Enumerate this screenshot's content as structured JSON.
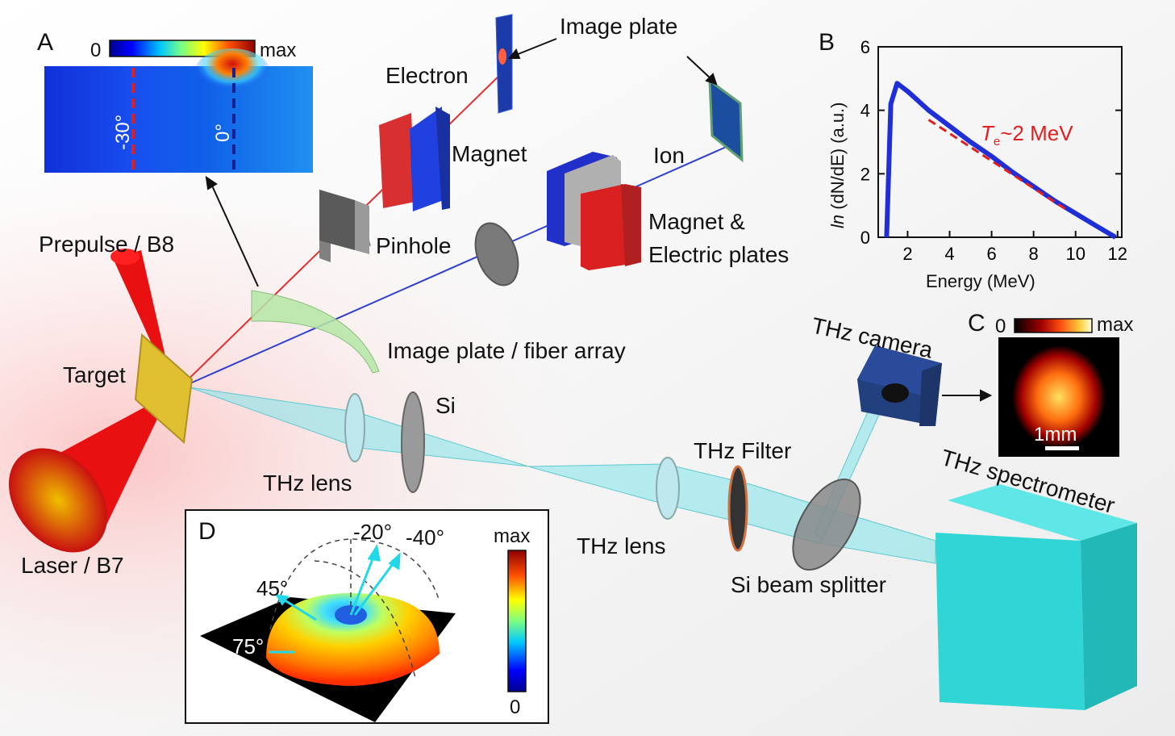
{
  "panels": {
    "a": {
      "letter": "A",
      "scale_min": "0",
      "scale_max": "max",
      "angle_left": "-30°",
      "angle_right": "0°"
    },
    "b": {
      "letter": "B",
      "ylabel_italic": "ln",
      "ylabel_rest": " (dN/dE) (a.u.)",
      "xlabel": "Energy (MeV)",
      "annotation_T": "T",
      "annotation_sub": "e",
      "annotation_rest": "~2 MeV",
      "x_ticks": [
        "2",
        "4",
        "6",
        "8",
        "10",
        "12"
      ],
      "y_ticks": [
        "0",
        "2",
        "4",
        "6"
      ]
    },
    "c": {
      "letter": "C",
      "scale_min": "0",
      "scale_max": "max",
      "scalebar": "1mm"
    },
    "d": {
      "letter": "D",
      "scale_max": "max",
      "scale_min": "0",
      "angles": [
        "-20°",
        "-40°",
        "45°",
        "75°"
      ]
    }
  },
  "labels": {
    "image_plate_top": "Image plate",
    "electron": "Electron",
    "magnet": "Magnet",
    "ion": "Ion",
    "magnet_electric_1": "Magnet &",
    "magnet_electric_2": "Electric plates",
    "pinhole": "Pinhole",
    "prepulse": "Prepulse / B8",
    "target": "Target",
    "image_plate_fiber": "Image plate / fiber array",
    "si": "Si",
    "thz_lens_1": "THz lens",
    "thz_lens_2": "THz lens",
    "thz_filter": "THz Filter",
    "thz_camera": "THz camera",
    "thz_spectrometer": "THz spectrometer",
    "si_beam_splitter": "Si beam splitter",
    "laser": "Laser / B7"
  },
  "chart_data": {
    "type": "line",
    "x": [
      1.0,
      1.2,
      1.5,
      2.0,
      2.5,
      3.0,
      4.0,
      5.0,
      6.0,
      7.0,
      8.0,
      9.0,
      10.0,
      11.0,
      11.9
    ],
    "y": [
      0.0,
      4.2,
      4.85,
      4.6,
      4.3,
      4.0,
      3.5,
      3.0,
      2.55,
      2.05,
      1.6,
      1.15,
      0.75,
      0.35,
      0.0
    ],
    "fit_x": [
      3.0,
      9.5
    ],
    "fit_y": [
      3.7,
      0.9
    ],
    "xlabel": "Energy (MeV)",
    "ylabel": "ln (dN/dE) (a.u.)",
    "xlim": [
      0.6,
      12.2
    ],
    "ylim": [
      0,
      6
    ],
    "annotation": "T_e~2 MeV",
    "colors": {
      "data": "#1f2ed6",
      "fit": "#e02020"
    }
  },
  "colors": {
    "laser": "#e81010",
    "thz": "#7fe4ea",
    "electron_beam": "#e03030",
    "ion_beam": "#3040d0",
    "spectrometer": "#30d6d6"
  }
}
